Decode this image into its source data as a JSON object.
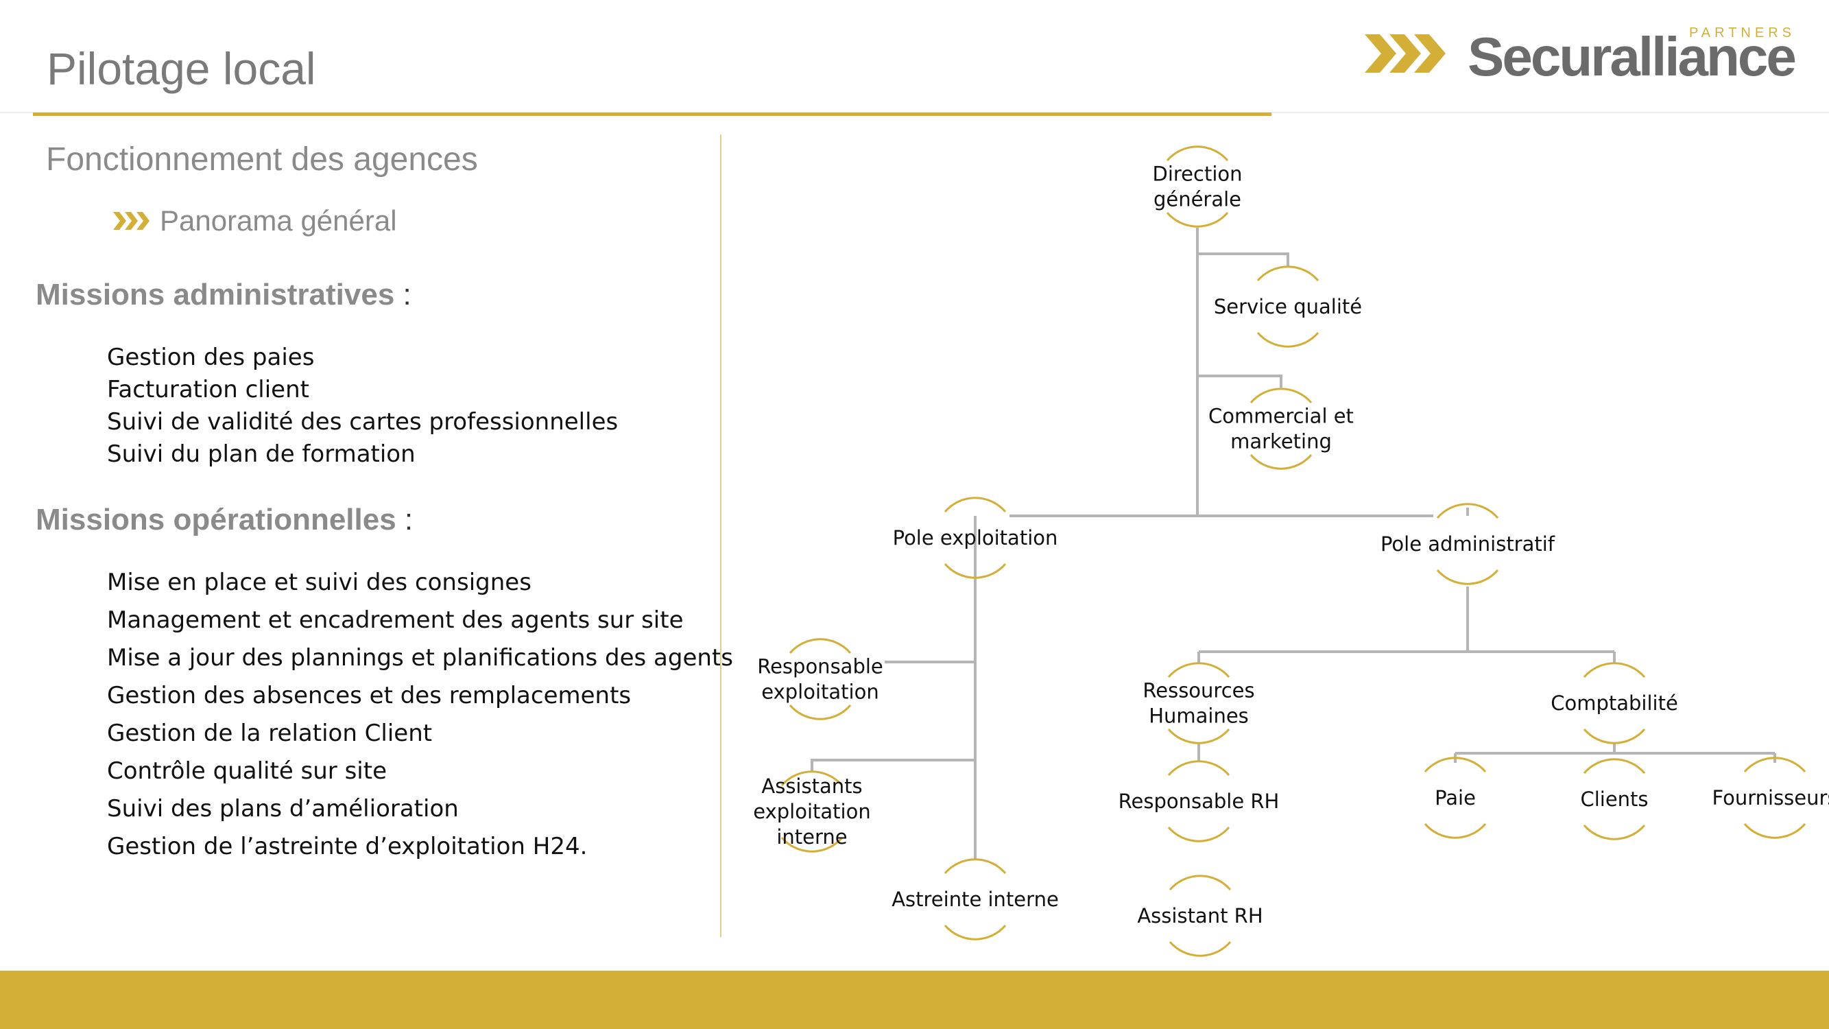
{
  "header": {
    "title": "Pilotage local",
    "logo_text": "Securalliance",
    "logo_subtext": "PARTNERS"
  },
  "section": {
    "heading": "Fonctionnement des agences",
    "subheading": "Panorama général"
  },
  "missions": {
    "admin_title": "Missions administratives",
    "admin_items": [
      "Gestion des paies",
      "Facturation client",
      "Suivi de validité des cartes professionnelles",
      "Suivi du plan de formation"
    ],
    "ops_title": "Missions opérationnelles",
    "ops_items": [
      "Mise en place et suivi des consignes",
      "Management et encadrement des agents sur site",
      "Mise a jour des plannings et planifications des agents",
      "Gestion des absences et des remplacements",
      "Gestion de la relation Client",
      "Contrôle qualité sur site",
      "Suivi des plans d’amélioration",
      "Gestion de l’astreinte d’exploitation H24."
    ],
    "colon": ":"
  },
  "org": {
    "direction": [
      "Direction",
      "générale"
    ],
    "qualite": [
      "Service qualité"
    ],
    "commercial": [
      "Commercial et",
      "marketing"
    ],
    "pole_exploitation": [
      "Pole exploitation"
    ],
    "pole_administratif": [
      "Pole administratif"
    ],
    "responsable_exploitation": [
      "Responsable",
      "exploitation"
    ],
    "assistants_exploitation": [
      "Assistants",
      "exploitation",
      "interne"
    ],
    "astreinte": [
      "Astreinte interne"
    ],
    "rh": [
      "Ressources",
      "Humaines"
    ],
    "responsable_rh": [
      "Responsable RH"
    ],
    "assistant_rh": [
      "Assistant RH"
    ],
    "comptabilite": [
      "Comptabilité"
    ],
    "paie": [
      "Paie"
    ],
    "clients": [
      "Clients"
    ],
    "fournisseurs": [
      "Fournisseurs"
    ]
  },
  "colors": {
    "gold": "#d4af37",
    "connector": "#b5b5b5",
    "title_gray": "#7a7a7a"
  }
}
